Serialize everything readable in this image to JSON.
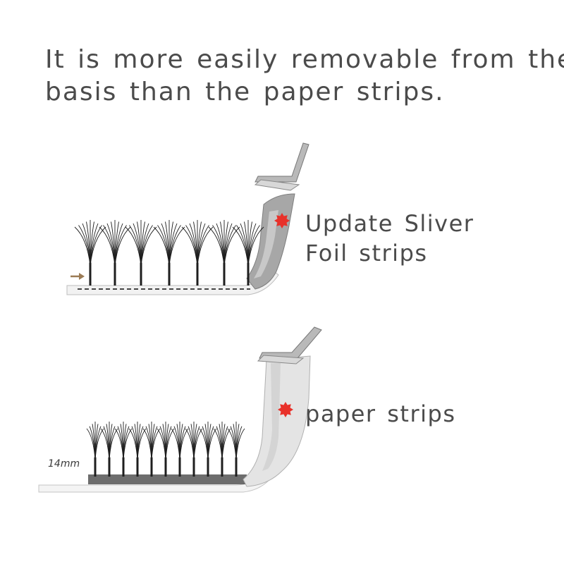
{
  "headline": {
    "line1": "It is more easily removable from the",
    "line2": "basis than the paper strips."
  },
  "foil_section": {
    "label_line1": "Update Sliver",
    "label_line2": "Foil strips",
    "marker_color": "#e8312a",
    "marker_icon": "red-star-burst-icon"
  },
  "paper_section": {
    "label": "paper strips",
    "length_label": "14mm",
    "marker_color": "#e8312a",
    "marker_icon": "red-star-burst-icon"
  },
  "colors": {
    "text": "#4b4b4b",
    "lash": "#1e1e1e",
    "foil": "#9a9a9a",
    "paper": "#e6e6e6"
  }
}
